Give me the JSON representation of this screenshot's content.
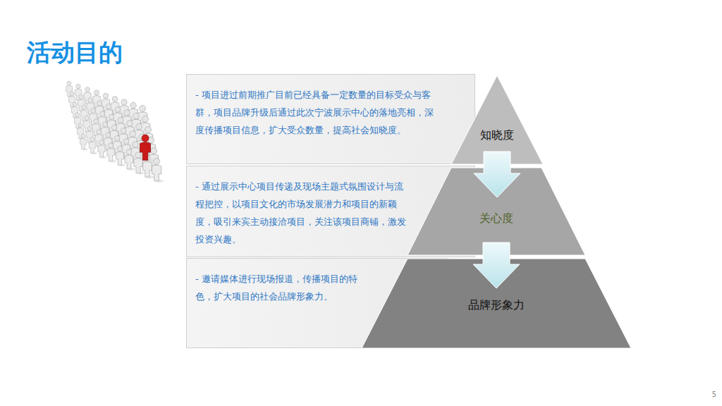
{
  "diagram": {
    "title": "活动目的",
    "nodes": [
      {
        "text": [
          "- 项目进过前期推广目前已经具备一定数量的目标受众与客群，项目品牌升级后通过此次宁波展示中心的落地亮相，深度传播项目信息，扩大受众数量，提高社会知晓度。"
        ]
      },
      {
        "text": [
          "- 通过展示中心项目传递及现场主题式氛围设计与流程把控，以项目文化的市场发展潜力和项目的新颖度，吸引来宾主动接洽项目，关注该项目商铺，激发投资兴趣。"
        ]
      },
      {
        "text": [
          "- 邀请媒体进行现场报道，传播项目的特色，扩大项目的社会品牌形象力。"
        ]
      },
      {
        "text": [
          "知晓度"
        ]
      },
      {
        "text": [
          "关心度"
        ]
      },
      {
        "text": [
          "品牌形象力"
        ]
      }
    ],
    "edges": [
      {
        "from": 3,
        "to": 4,
        "arrow": "to"
      },
      {
        "from": 4,
        "to": 5,
        "arrow": "to"
      }
    ],
    "labels": [
      "5"
    ]
  }
}
